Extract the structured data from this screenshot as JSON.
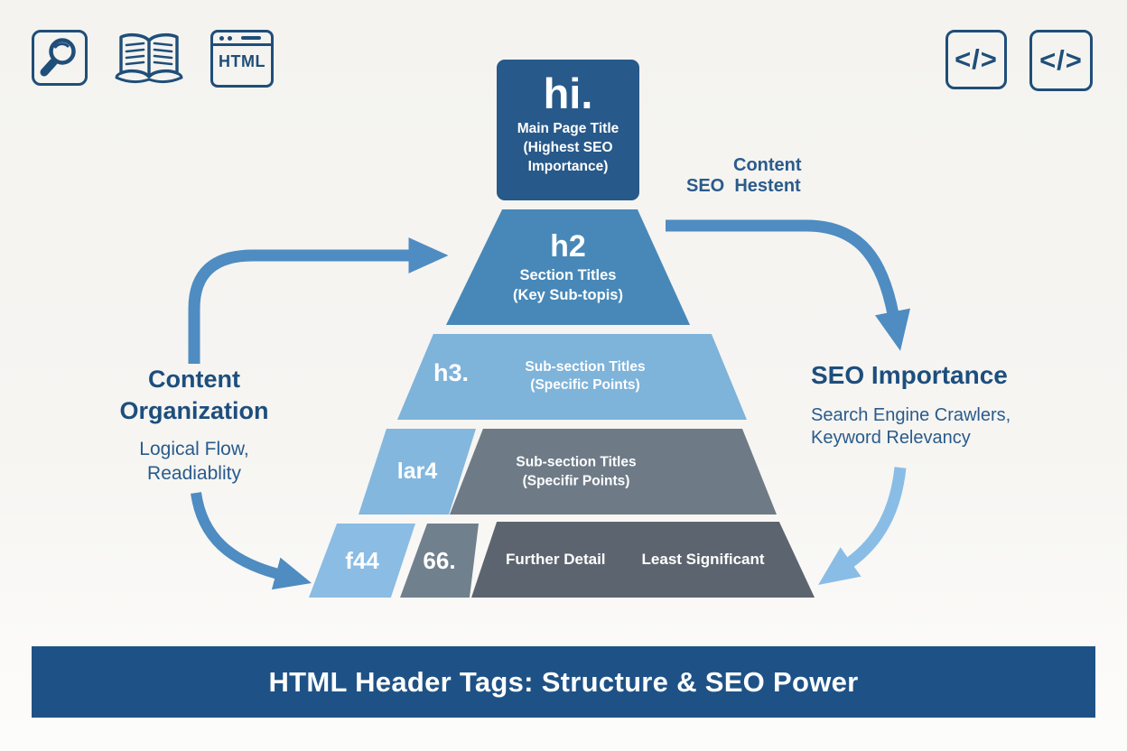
{
  "colors": {
    "background": "#f6f5f2",
    "navy_text": "#1d4e7d",
    "icon_outline": "#1f4e79",
    "level1_bg": "#27598a",
    "level2_bg": "#4788b8",
    "level3_bg": "#7eb3da",
    "level4_tag_bg": "#83b7de",
    "level4_body_bg": "#6e7b87",
    "level5_tag1_bg": "#8abce4",
    "level5_tag2_bg": "#71808d",
    "level5_body_bg": "#5c656f",
    "arrow_blue": "#4e8cc2",
    "arrow_light_blue": "#8abde6",
    "banner_bg": "#1e5286",
    "banner_text": "#ffffff"
  },
  "icons": {
    "html_browser_label": "HTML",
    "code_label_1": "</>",
    "code_label_2": "</>"
  },
  "pyramid": {
    "h1": {
      "tag": "hi.",
      "sub1": "Main Page Title",
      "sub2": "(Highest SEO",
      "sub3": "Importance)"
    },
    "h2": {
      "tag": "h2",
      "sub1": "Section Titles",
      "sub2": "(Key Sub-topis)"
    },
    "h3": {
      "tag": "h3.",
      "sub1": "Sub-section Titles",
      "sub2": "(Specific Points)"
    },
    "h4": {
      "tag": "lar4",
      "sub1": "Sub-section Titles",
      "sub2": "(Specifir Points)"
    },
    "h5": {
      "tag1": "f44",
      "tag2": "66.",
      "text1": "Further Detail",
      "text2": "Least Significant"
    }
  },
  "annotations": {
    "left": {
      "title_line1": "Content",
      "title_line2": "Organization",
      "sub_line1": "Logical Flow,",
      "sub_line2": "Readiablity"
    },
    "right": {
      "title": "SEO Importance",
      "sub_line1": "Search Engine Crawlers,",
      "sub_line2": "Keyword Relevancy"
    },
    "top_right": {
      "line1": "Content",
      "line2": "SEO  Hestent"
    }
  },
  "banner": {
    "title": "HTML Header Tags: Structure & SEO Power"
  }
}
